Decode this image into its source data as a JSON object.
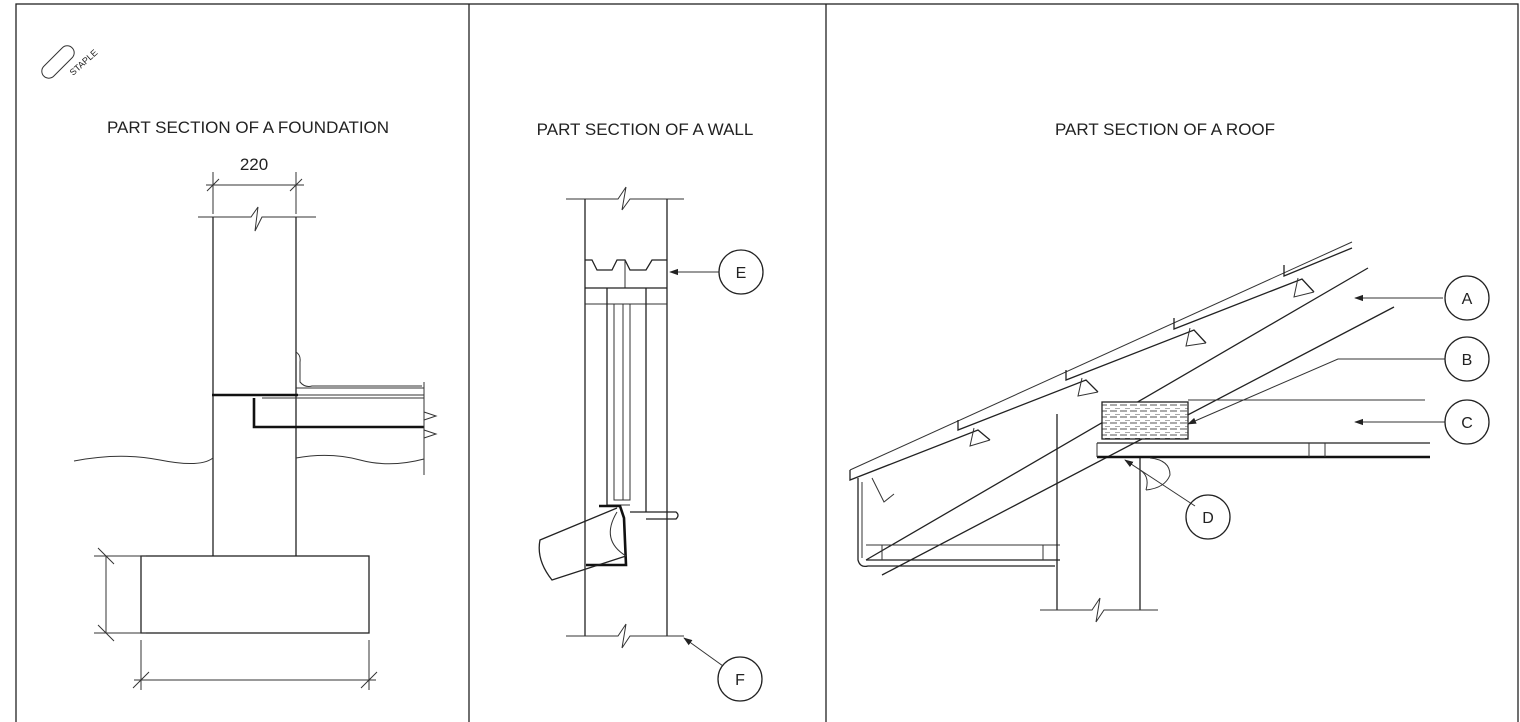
{
  "staple": {
    "label": "STAPLE"
  },
  "panels": {
    "foundation": {
      "title": "PART SECTION OF A FOUNDATION",
      "dimension": "220"
    },
    "wall": {
      "title": "PART SECTION OF A WALL"
    },
    "roof": {
      "title": "PART SECTION OF A ROOF"
    }
  },
  "callouts": {
    "A": "A",
    "B": "B",
    "C": "C",
    "D": "D",
    "E": "E",
    "F": "F"
  }
}
